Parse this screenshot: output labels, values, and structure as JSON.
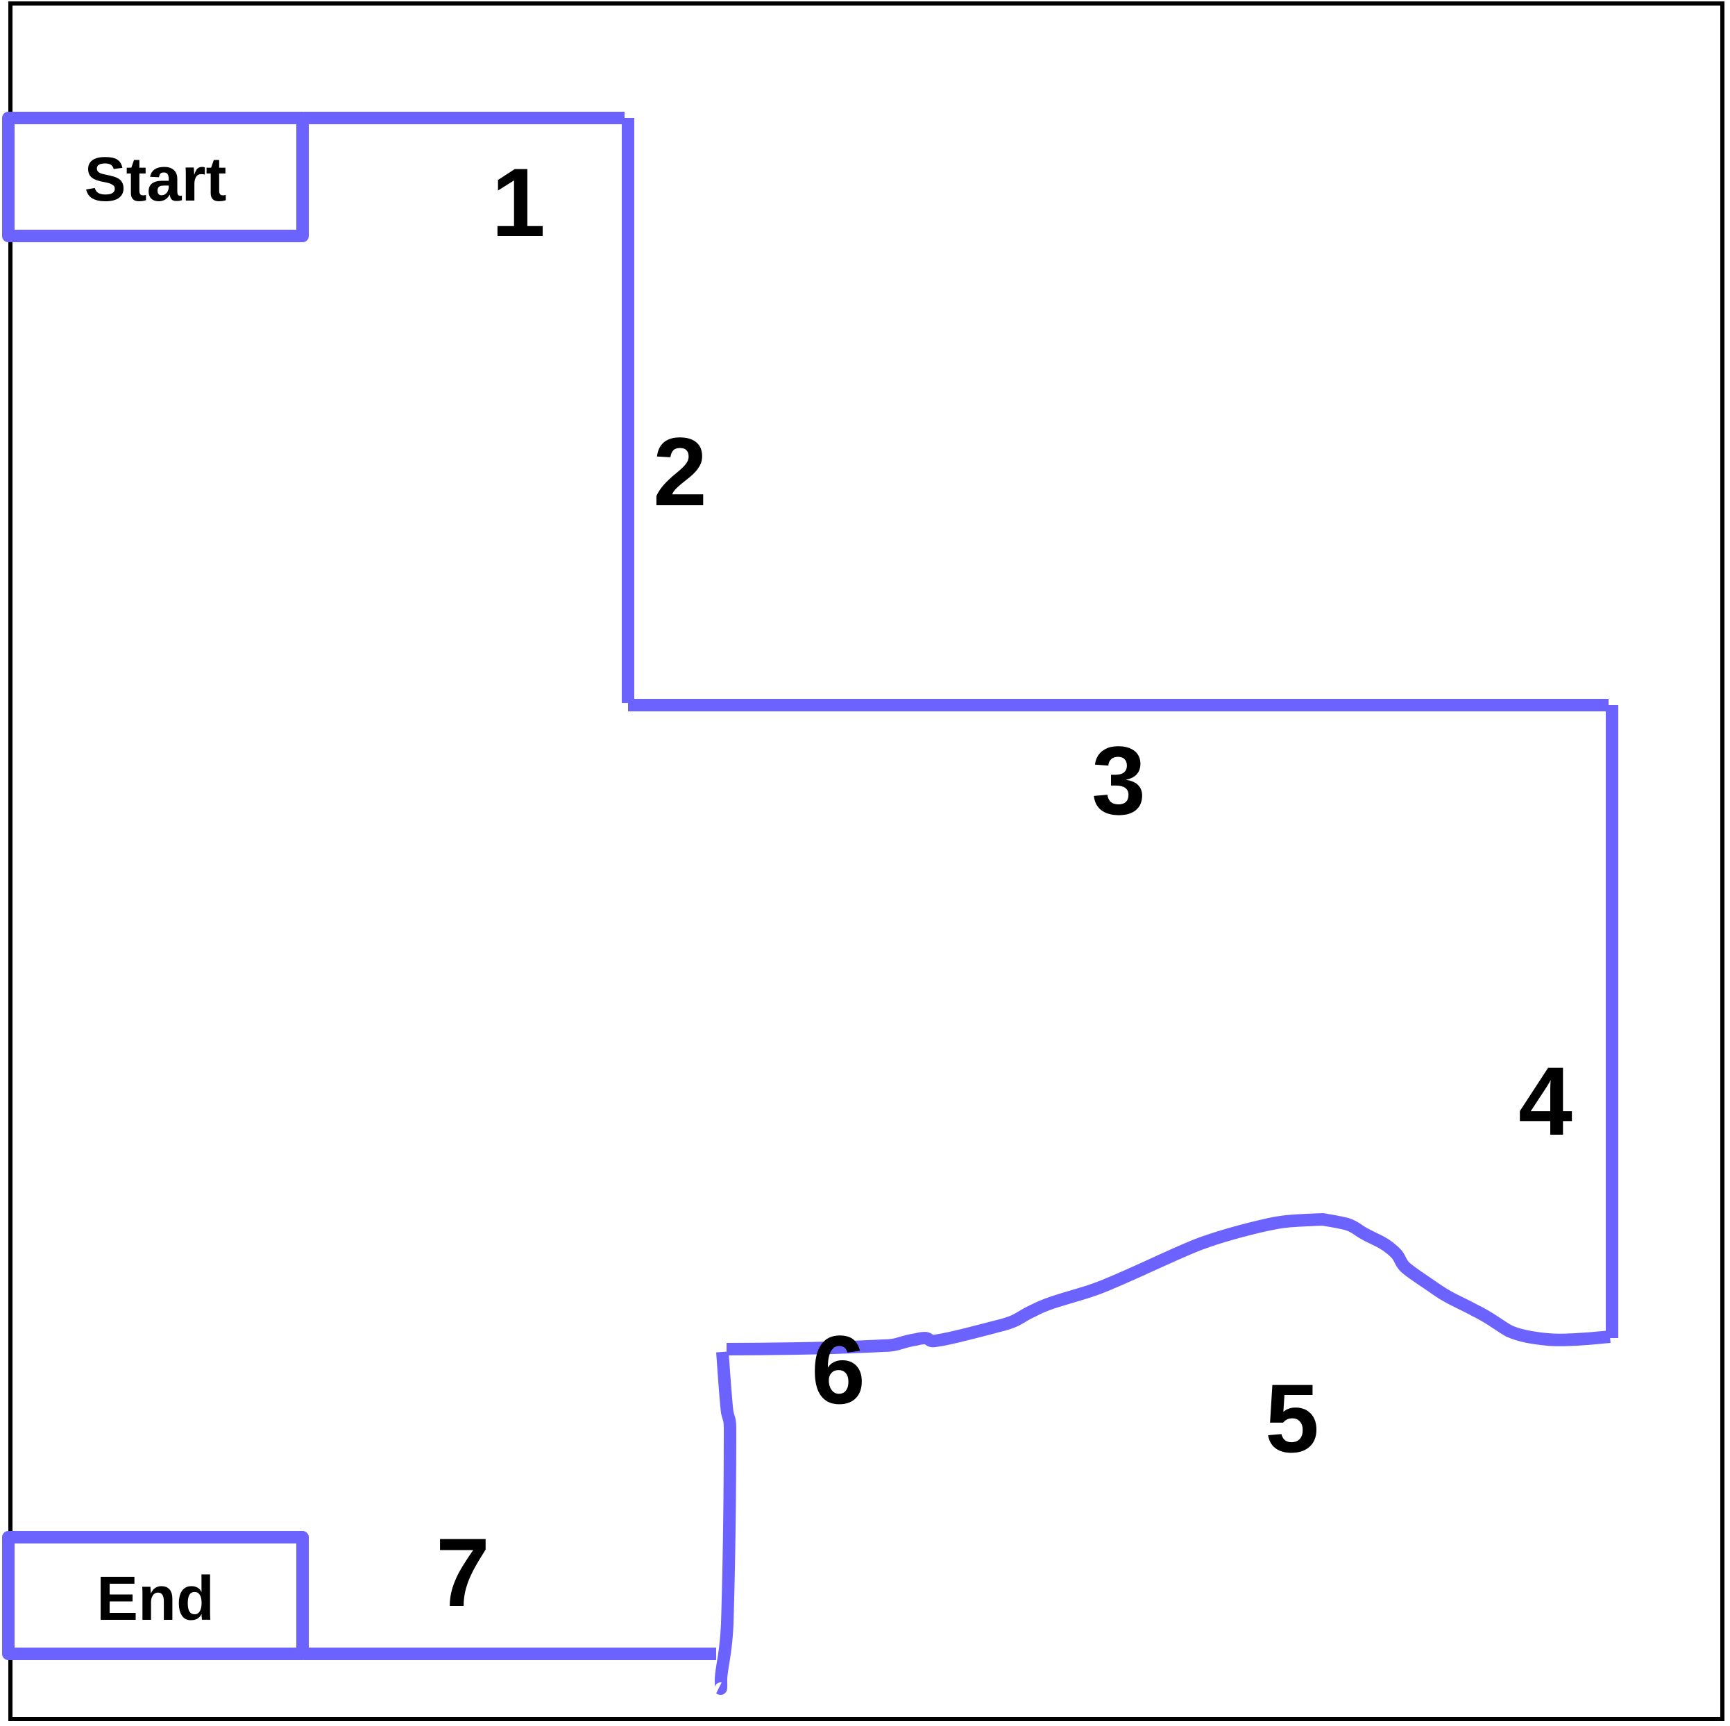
{
  "diagram": {
    "accent_color": "#6c63ff",
    "text_color": "#000000",
    "border_color": "#000000",
    "start_box": {
      "label": "Start"
    },
    "end_box": {
      "label": "End"
    },
    "segments": [
      {
        "number": "1",
        "style": "straight"
      },
      {
        "number": "2",
        "style": "straight"
      },
      {
        "number": "3",
        "style": "straight"
      },
      {
        "number": "4",
        "style": "straight"
      },
      {
        "number": "5",
        "style": "wavy"
      },
      {
        "number": "6",
        "style": "wavy"
      },
      {
        "number": "7",
        "style": "straight"
      }
    ]
  }
}
